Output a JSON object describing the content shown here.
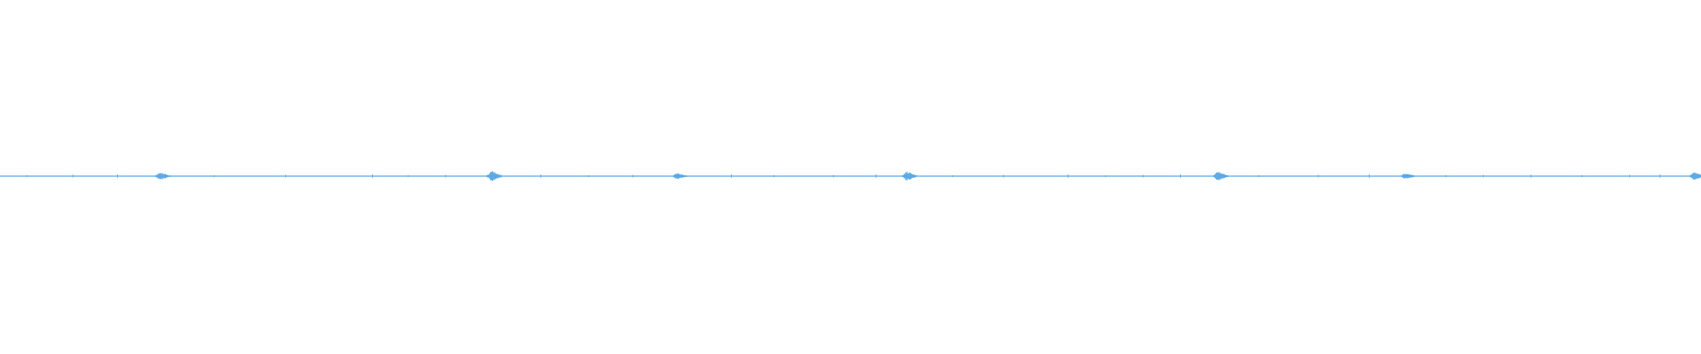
{
  "waveform": {
    "color": "#5aa9e6",
    "background": "#ffffff",
    "duration_fraction_bursts": [
      {
        "at": 0.094,
        "level": 0.35
      },
      {
        "at": 0.289,
        "level": 0.55
      },
      {
        "at": 0.398,
        "level": 0.25
      },
      {
        "at": 0.533,
        "level": 0.45
      },
      {
        "at": 0.716,
        "level": 0.5
      },
      {
        "at": 0.826,
        "level": 0.22
      },
      {
        "at": 0.996,
        "level": 0.4
      }
    ],
    "ticks_fraction": [
      0.016,
      0.043,
      0.069,
      0.126,
      0.168,
      0.219,
      0.24,
      0.262,
      0.318,
      0.346,
      0.372,
      0.43,
      0.455,
      0.49,
      0.515,
      0.56,
      0.59,
      0.628,
      0.65,
      0.672,
      0.694,
      0.74,
      0.775,
      0.805,
      0.85,
      0.872,
      0.9,
      0.93,
      0.958,
      0.976
    ]
  }
}
